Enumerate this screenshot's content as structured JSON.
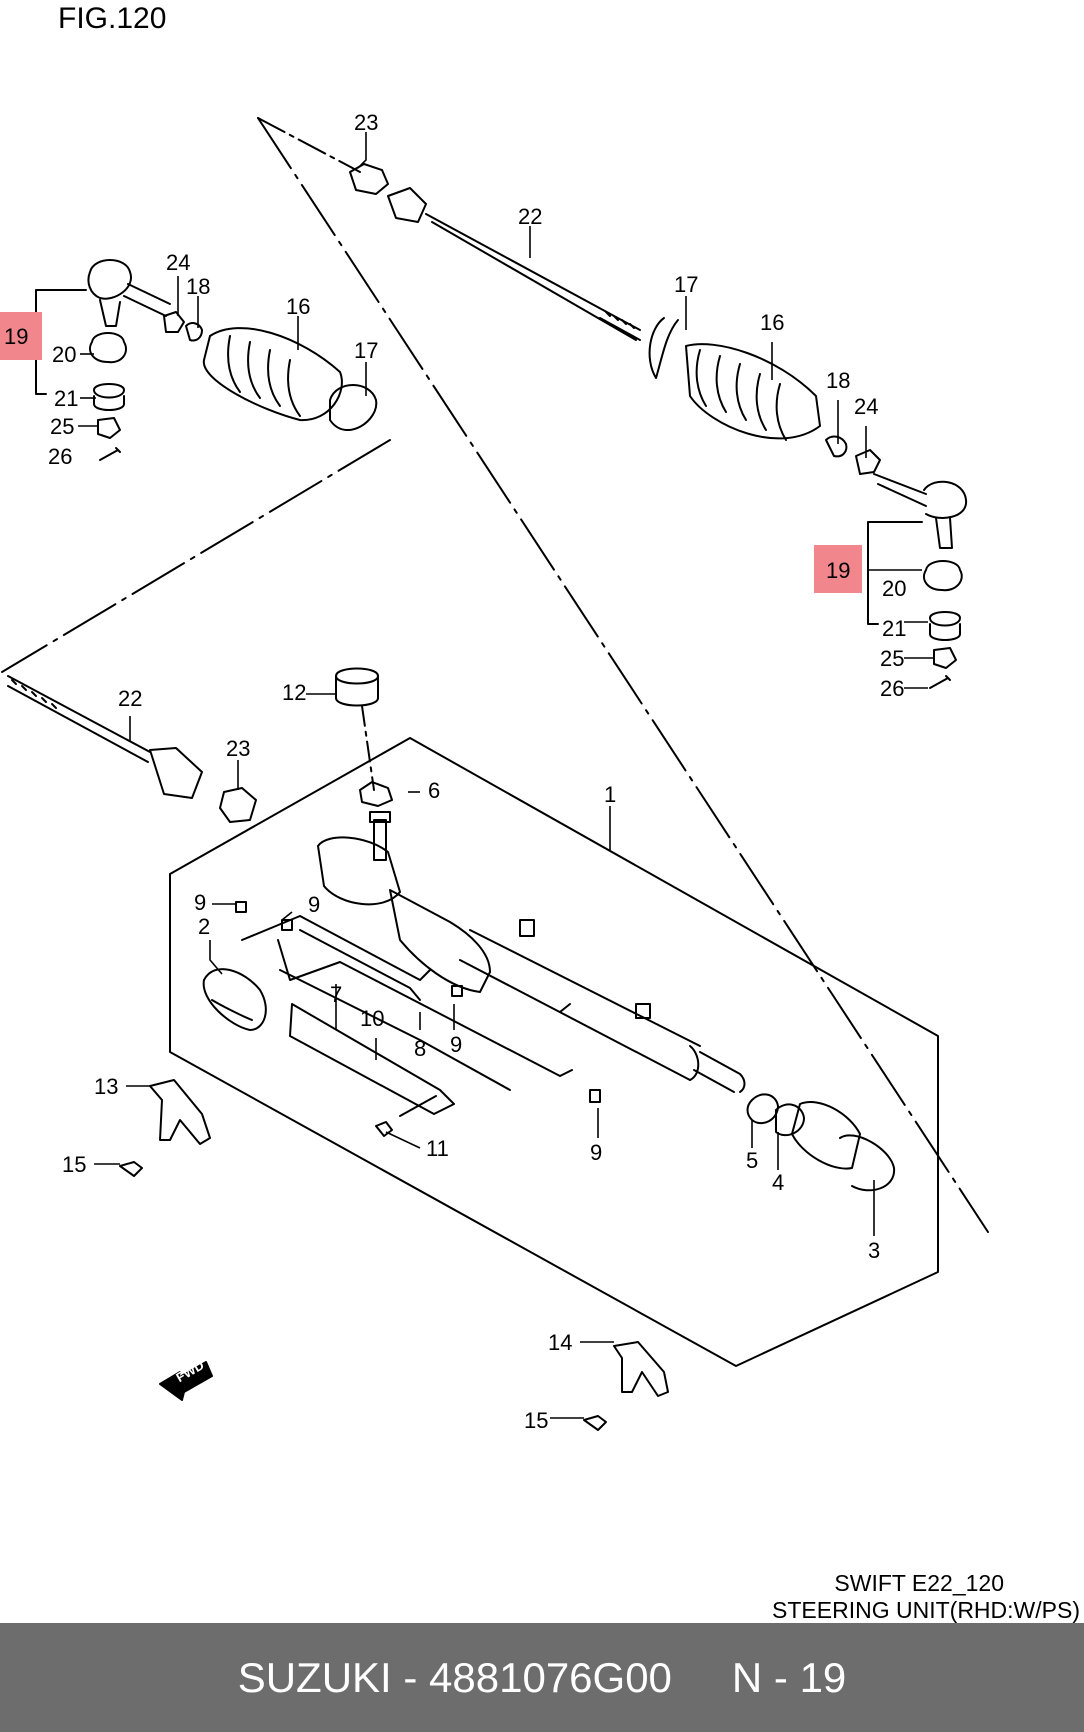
{
  "figure": {
    "title": "FIG.120",
    "model_code": "SWIFT E22_120",
    "description": "STEERING UNIT(RHD:W/PS)"
  },
  "footer": {
    "part_text": "SUZUKI - 4881076G00",
    "ref_text": "N - 19",
    "background": "#6d6d6d"
  },
  "highlight_color": "#f1878d",
  "callouts": {
    "c23a": "23",
    "c22a": "22",
    "c17a": "17",
    "c16a": "16",
    "c18a": "18",
    "c24a": "24",
    "c19a": "19",
    "c20a": "20",
    "c21a": "21",
    "c25a": "25",
    "c26a": "26",
    "c24b": "24",
    "c18b": "18",
    "c16b": "16",
    "c17b": "17",
    "c19b": "19",
    "c20b": "20",
    "c21b": "21",
    "c25b": "25",
    "c26b": "26",
    "c22b": "22",
    "c23b": "23",
    "c12": "12",
    "c6": "6",
    "c1": "1",
    "c9a": "9",
    "c9b": "9",
    "c2": "2",
    "c7": "7",
    "c10": "10",
    "c8": "8",
    "c9c": "9",
    "c11": "11",
    "c9d": "9",
    "c5": "5",
    "c4": "4",
    "c3": "3",
    "c13": "13",
    "c15a": "15",
    "c14": "14",
    "c15b": "15",
    "fwd": "FWD"
  }
}
